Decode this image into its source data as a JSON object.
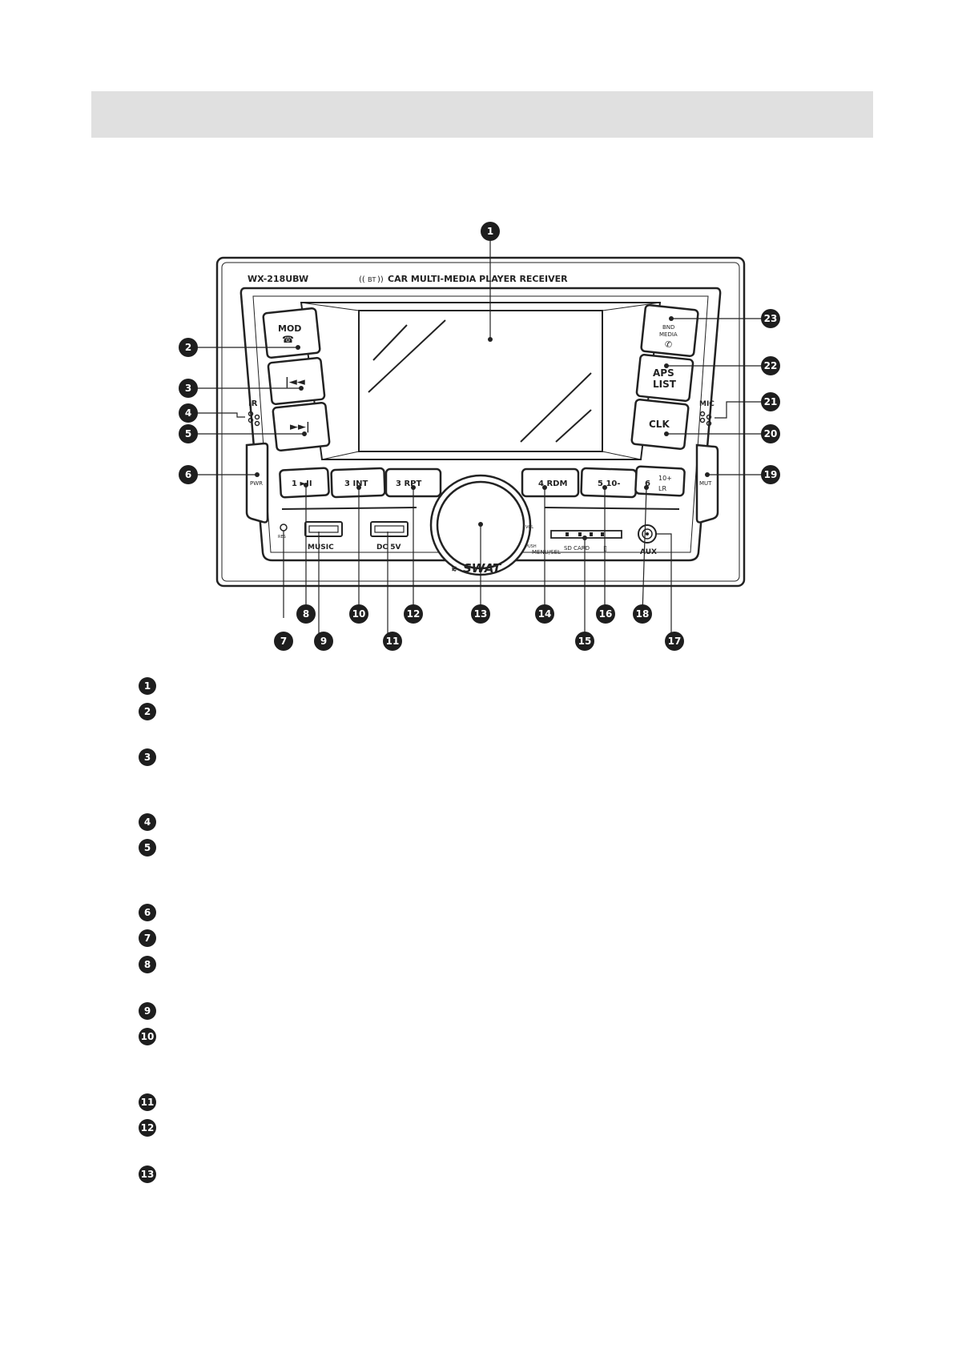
{
  "header": {
    "title": ""
  },
  "device": {
    "model": "WX-218UBW",
    "bt_label": "BT",
    "product_name": "CAR MULTI-MEDIA PLAYER RECEIVER",
    "brand": "SWAT",
    "buttons": {
      "mod": "MOD",
      "pwr": "PWR",
      "b1": "1 ►II",
      "b2": "3 INT",
      "b3": "3 RPT",
      "b4": "4 RDM",
      "b5": "5 10-",
      "b6_num": "6",
      "b6_top": "10+",
      "b6_bot": "LR",
      "mut": "MUT",
      "clk": "CLK",
      "aps": "APS",
      "list": "LIST",
      "bnd": "BND",
      "media": "MEDIA"
    },
    "labels": {
      "ir": "IR",
      "mic": "MIC",
      "res": "RES",
      "music": "MUSIC",
      "dc5v": "DC 5V",
      "vol": "VOL",
      "push": "PUSH",
      "menu_sel": "MENU/SEL",
      "sd_card": "SD CARD",
      "aux": "AUX"
    }
  },
  "callouts": [
    "1",
    "2",
    "3",
    "4",
    "5",
    "6",
    "7",
    "8",
    "9",
    "10",
    "11",
    "12",
    "13",
    "14",
    "15",
    "16",
    "17",
    "18",
    "19",
    "20",
    "21",
    "22",
    "23"
  ],
  "legend": [
    "1",
    "2",
    "3",
    "4",
    "5",
    "6",
    "7",
    "8",
    "9",
    "10",
    "11",
    "12",
    "13"
  ]
}
